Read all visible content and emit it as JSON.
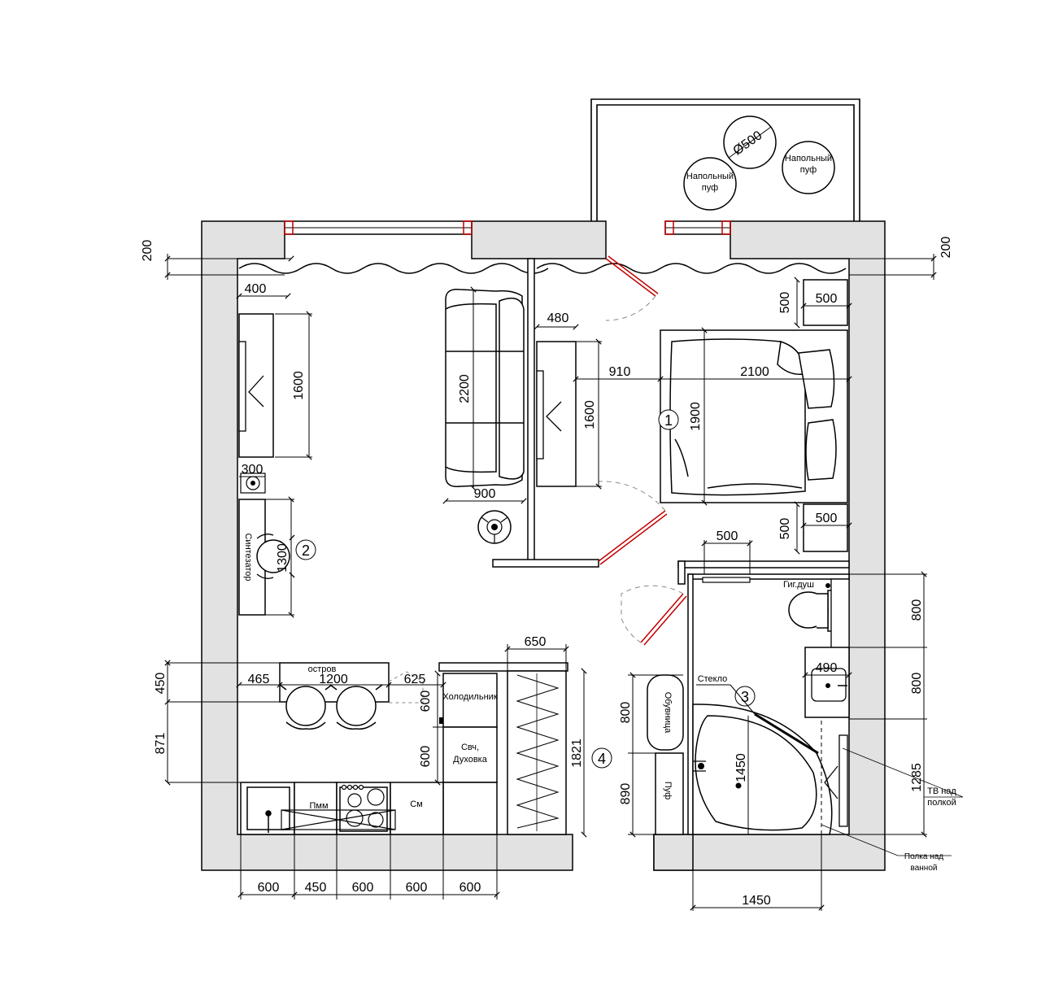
{
  "balcony": {
    "poufs": [
      "Напольный пуф",
      "Напольный пуф"
    ],
    "pouf_diameter": "Ø500"
  },
  "living": {
    "window_sill_dim": "200",
    "tv_depth": "400",
    "tv_length": "1600",
    "sofa_length": "2200",
    "sofa_depth": "900",
    "post_dim": "300",
    "synth_label": "Синтезатор",
    "synth_length": "1300",
    "zone_number": "2"
  },
  "bedroom": {
    "window_sill_dim": "200",
    "tv_depth": "480",
    "tv_length": "1600",
    "gap_dim": "910",
    "bed_length": "2100",
    "bed_width": "1900",
    "zone_number": "1",
    "nightstand_top_w": "500",
    "nightstand_top_h": "500",
    "nightstand_bottom_w": "500",
    "nightstand_bottom_h": "500",
    "rail_dim": "500"
  },
  "kitchen": {
    "island_label": "остров",
    "island_length": "1200",
    "island_depth": "450",
    "island_offset": "465",
    "aisle_dim": "871",
    "fridge_label": "Холодильник",
    "fridge_depth": "600",
    "clear_dim": "625",
    "oven_label": "Свч, Духовка",
    "oven_depth": "600",
    "dishwasher_label": "Пмм",
    "sink_label": "См",
    "wardrobe_width": "650",
    "wardrobe_length": "1821",
    "zone_number": "4",
    "module_widths": [
      "600",
      "450",
      "600",
      "600",
      "600"
    ]
  },
  "bathroom": {
    "shower_label": "Гиг.душ",
    "toilet_dim": "800",
    "sink_dim": "490",
    "sink_zone_dim": "800",
    "glass_label": "Стекло",
    "zone_number": "3",
    "shoe_rack_label": "Обувница",
    "shoe_rack_dim": "800",
    "pouf_label": "Пуф",
    "pouf_dim": "890",
    "tub_length": "1450",
    "tub_width": "1450",
    "shelf_dim": "1285",
    "tv_shelf_label": "ТВ над полкой",
    "bath_shelf_label": "Полка над ванной"
  }
}
